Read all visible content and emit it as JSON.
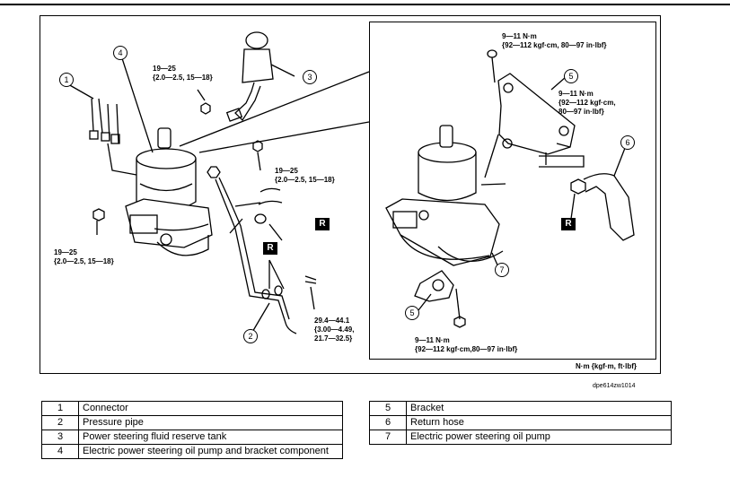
{
  "callouts": {
    "c1": "1",
    "c2": "2",
    "c3": "3",
    "c4": "4",
    "c5a": "5",
    "c5b": "5",
    "c6": "6",
    "c7": "7"
  },
  "replace_mark": "R",
  "torques": {
    "t_top": "19—25\n{2.0—2.5, 15—18}",
    "t_mid": "19—25\n{2.0—2.5, 15—18}",
    "t_left": "19—25\n{2.0—2.5, 15—18}",
    "t_bolt": "29.4—44.1\n{3.00—4.49,\n21.7—32.5}",
    "t_inset_top": "9—11 N·m\n{92—112 kgf·cm, 80—97 in·lbf}",
    "t_inset_right": "9—11 N·m\n{92—112 kgf·cm,\n80—97 in·lbf}",
    "t_inset_bottom": "9—11 N·m\n{92—112 kgf·cm,80—97 in·lbf}"
  },
  "units_note": "N·m {kgf·m, ft·lbf}",
  "figure_id": "dpe614zw1014",
  "legend_left": [
    {
      "num": "1",
      "text": "Connector"
    },
    {
      "num": "2",
      "text": "Pressure pipe"
    },
    {
      "num": "3",
      "text": "Power steering fluid reserve tank"
    },
    {
      "num": "4",
      "text": "Electric power steering oil pump and bracket component"
    }
  ],
  "legend_right": [
    {
      "num": "5",
      "text": "Bracket"
    },
    {
      "num": "6",
      "text": "Return hose"
    },
    {
      "num": "7",
      "text": "Electric power steering oil pump"
    }
  ]
}
